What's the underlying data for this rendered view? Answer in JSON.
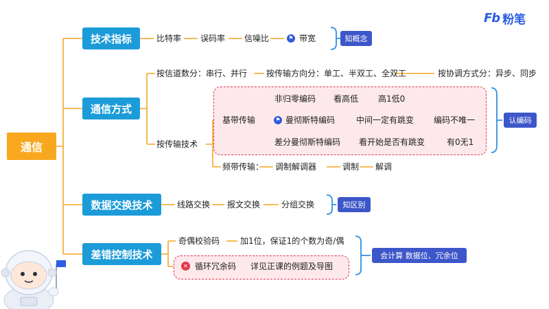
{
  "brand": {
    "mark": "Fb",
    "name": "粉笔"
  },
  "root": "通信",
  "branches": {
    "tech_index": {
      "label": "技术指标",
      "items": [
        "比特率",
        "误码率",
        "信噪比",
        "带宽"
      ],
      "tag": "知概念"
    },
    "comm_mode": {
      "label": "通信方式",
      "by_channels": "按信道数分：串行、并行",
      "by_direction": "按传输方向分：单工、半双工、全双工",
      "by_sync": "按协调方式分：异步、同步",
      "by_tech": "按传输技术",
      "baseband": {
        "label": "基带传输",
        "nrz": {
          "label": "非归零编码",
          "a": "看高低",
          "b": "高1低0"
        },
        "manchester": {
          "label": "曼彻斯特编码",
          "a": "中间一定有跳变",
          "b": "编码不唯一"
        },
        "diff_manchester": {
          "label": "差分曼彻斯特编码",
          "a": "看开始是否有跳变",
          "b": "有0无1"
        }
      },
      "tag": "认编码",
      "broadband": {
        "label": "频带传输：",
        "a": "调制解调器",
        "b": "调制",
        "c": "解调"
      }
    },
    "switching": {
      "label": "数据交换技术",
      "items": [
        "线路交换",
        "报文交换",
        "分组交换"
      ],
      "tag": "知区别"
    },
    "error_ctrl": {
      "label": "差错控制技术",
      "parity": {
        "label": "奇偶校验码",
        "note": "加1位，保证1的个数为奇/偶"
      },
      "crc": {
        "label": "循环冗余码",
        "note": "详见正课的例题及导图"
      },
      "tag": "会计算 数据位、冗余位"
    }
  },
  "colors": {
    "main": "#1c9bd9",
    "root": "#f7a81f",
    "tag": "#3d56c9",
    "line": "#f5a623",
    "accent": "#e0374f",
    "brace": "#2f8fe0"
  }
}
